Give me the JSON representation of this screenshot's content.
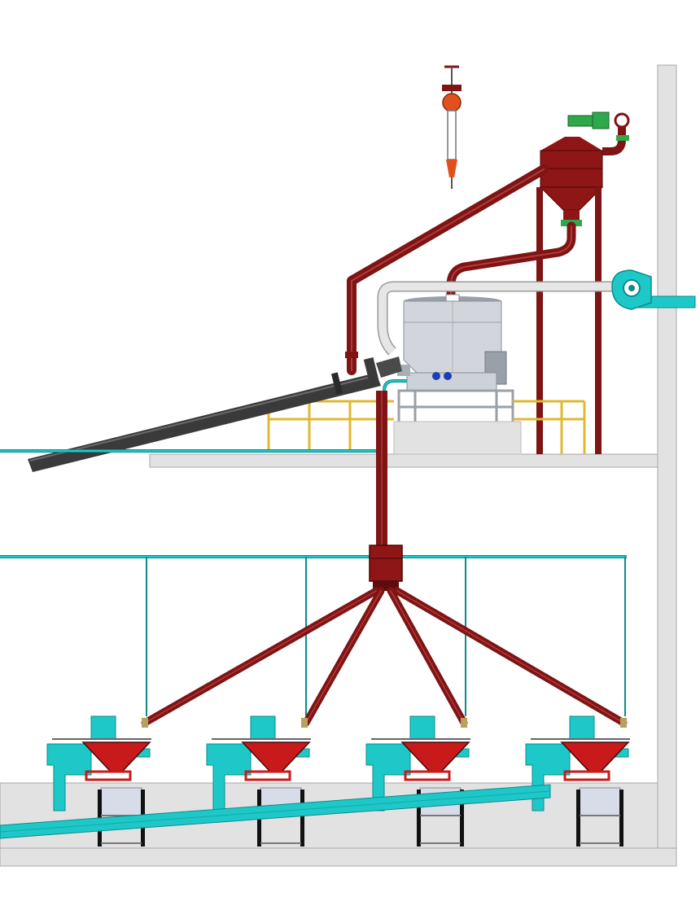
{
  "colors": {
    "background": "#ffffff",
    "structure": "#e2e2e2",
    "structure_edge": "#a8a8a8",
    "pipe_red": "#7e1414",
    "pipe_red_dark": "#4a0707",
    "pipe_red_light": "#b23a3a",
    "hopper_red": "#8e1616",
    "hopper_bright": "#c81a1a",
    "cyan": "#1ec8c8",
    "cyan_dark": "#0a8c8c",
    "railing": "#e0b832",
    "auger": "#3a3a3a",
    "auger_light": "#6a6a6a",
    "tank": "#d2d6dc",
    "tank_dark": "#9aa0a8",
    "gray_pipe": "#e6e6e6",
    "orange": "#e2501e",
    "green": "#2ea84a",
    "bag": "#d8dce8"
  },
  "components": {
    "top_valve": "manual-valve-icon",
    "motor_valve": "motorized-valve-icon",
    "cyclone_hopper": "cyclone-hopper",
    "mixer_tank": "mixer-tank",
    "blower": "blower-fan-icon",
    "screw_conveyor": "inclined-screw-conveyor",
    "distributor": "distributor-box",
    "packing_stations": 4
  }
}
